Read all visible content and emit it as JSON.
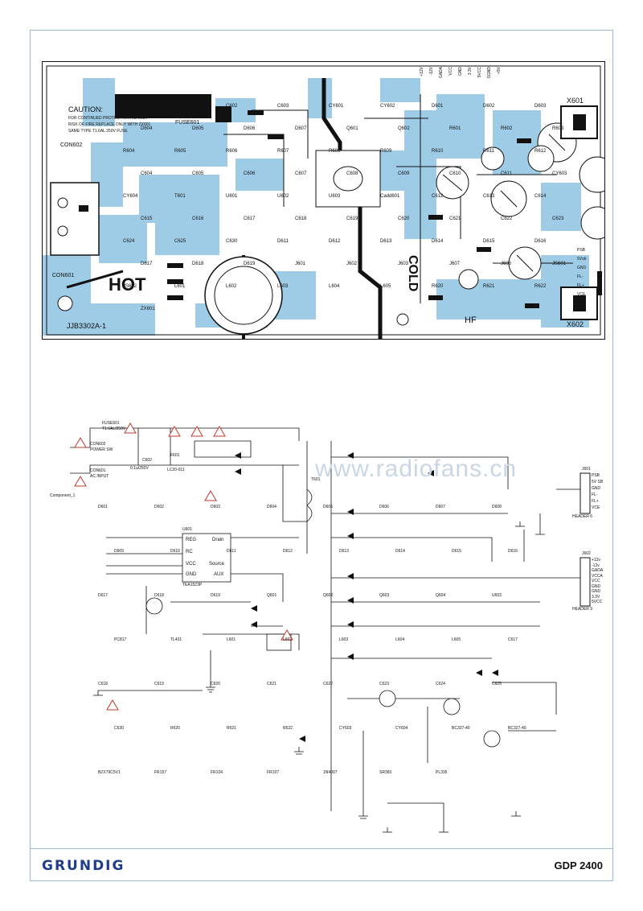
{
  "pcb": {
    "caution_title": "CAUTION:",
    "caution_text_1": "FOR CONTINUED PROTECTION AGAINST",
    "caution_text_2": "RISK OF FIRE REPLACE ONLY WITH ZX601",
    "caution_text_3": "SAME TYPE T1.6AL 250V FUSE",
    "fuse_label": "FUSE601",
    "hot_label": "HOT",
    "cold_label": "COLD",
    "board_code": "JJB3302A-1",
    "hf_label": "HF",
    "x601": "X601",
    "x602": "X602",
    "con601": "CON601",
    "con602": "CON602",
    "connector_pins": [
      "PSB",
      "5Vsb",
      "GND",
      "FL-",
      "FL+",
      "VCE"
    ],
    "top_pins": [
      "+12V",
      "-12V",
      "GADA",
      "VCC",
      "GND",
      "3.3V",
      "5VCC",
      "SGND",
      "+5V"
    ],
    "components": [
      "F601",
      "C601",
      "C602",
      "C603",
      "CY601",
      "CY602",
      "D601",
      "D602",
      "D603",
      "D604",
      "D605",
      "D606",
      "D607",
      "Q601",
      "Q602",
      "R601",
      "R602",
      "R603",
      "R604",
      "R605",
      "R606",
      "R607",
      "R608",
      "R609",
      "R610",
      "R611",
      "R612",
      "C604",
      "C605",
      "C606",
      "C607",
      "C608",
      "C609",
      "C610",
      "C611",
      "CY603",
      "CY604",
      "T601",
      "U601",
      "U602",
      "U603",
      "Cadd601",
      "C612",
      "C613",
      "C614",
      "C615",
      "C616",
      "C617",
      "C618",
      "C619",
      "C620",
      "C621",
      "C622",
      "C623",
      "C624",
      "C625",
      "C630",
      "D611",
      "D612",
      "D613",
      "D614",
      "D615",
      "D616",
      "D617",
      "D618",
      "D619",
      "J601",
      "J602",
      "J603",
      "J607",
      "J608",
      "JS601",
      "JS602",
      "L601",
      "L602",
      "L603",
      "L604",
      "L605",
      "R620",
      "R621",
      "R622",
      "ZX601"
    ]
  },
  "schematic": {
    "watermark": "www.radiofans.cn",
    "con602_label": "CON602",
    "con602_desc": "POWER SW",
    "con601_label": "CON601",
    "con601_desc": "AC INPUT",
    "component_note": "Component_1",
    "fuse": "FUSE601",
    "fuse_value": "T1.6AL/250V",
    "c602": "C602",
    "c602_value": "0.1u/250V",
    "f601": "F601",
    "f601_value": "LC20-011",
    "ic_label": "U601",
    "ic_part": "TEA1523P",
    "ic_pins": [
      "REG",
      "RC",
      "VCC",
      "GND",
      "Drain",
      "Source",
      "AUX"
    ],
    "transformer": "T601",
    "header1_label": "J601",
    "header1_name": "HEADER 6",
    "header1_pins": [
      "PSB",
      "5V SB",
      "GND",
      "FL-",
      "FL+",
      "VCE"
    ],
    "header2_label": "J602",
    "header2_name": "HEADER 9",
    "header2_pins": [
      "+12v",
      "-12v",
      "GADA",
      "VCCA",
      "VCC",
      "GND",
      "GND",
      "3.3V",
      "5VCC"
    ],
    "parts": [
      "D601",
      "D602",
      "D603",
      "D604",
      "D605",
      "D606",
      "D607",
      "D608",
      "D609",
      "D610",
      "D611",
      "D612",
      "D613",
      "D614",
      "D615",
      "D616",
      "D617",
      "D618",
      "D619",
      "Q601",
      "Q602",
      "Q603",
      "Q604",
      "U603",
      "PC817",
      "TL431",
      "L601",
      "L602",
      "L603",
      "L604",
      "L605",
      "C617",
      "C618",
      "C619",
      "C620",
      "C621",
      "C622",
      "C623",
      "C624",
      "C625",
      "C630",
      "R620",
      "R621",
      "R622",
      "CY603",
      "CY604",
      "BC337-40",
      "BC327-40",
      "BZX79C5V1",
      "FR157",
      "FR104",
      "FR107",
      "1N4007",
      "SR360",
      "PL335"
    ]
  },
  "footer": {
    "brand": "GRUNDIG",
    "model": "GDP 2400"
  }
}
